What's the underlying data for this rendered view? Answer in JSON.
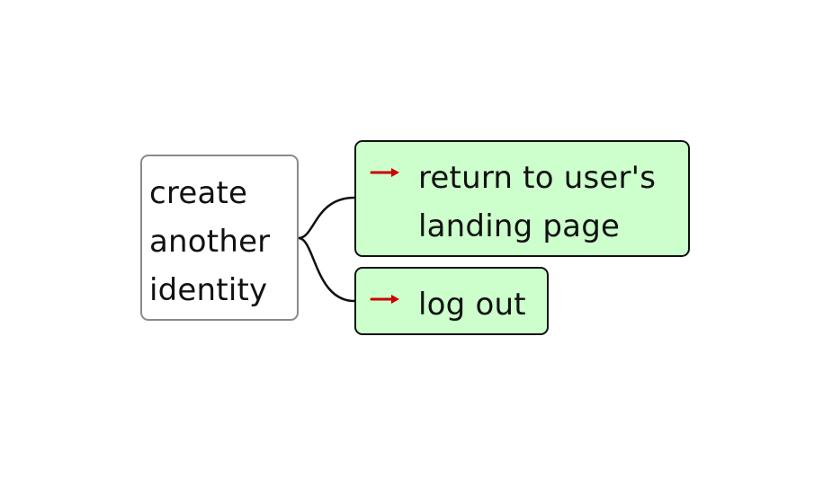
{
  "diagram": {
    "root": {
      "label": "create another identity"
    },
    "actions": [
      {
        "label": "return to user's landing page",
        "icon": "arrow-right-icon",
        "fill": "#ccffcc"
      },
      {
        "label": "log out",
        "icon": "arrow-right-icon",
        "fill": "#ccffcc"
      }
    ],
    "colors": {
      "action_fill": "#ccffcc",
      "arrow": "#cc0000",
      "root_border": "#8a8a8a",
      "action_border": "#111111"
    }
  }
}
